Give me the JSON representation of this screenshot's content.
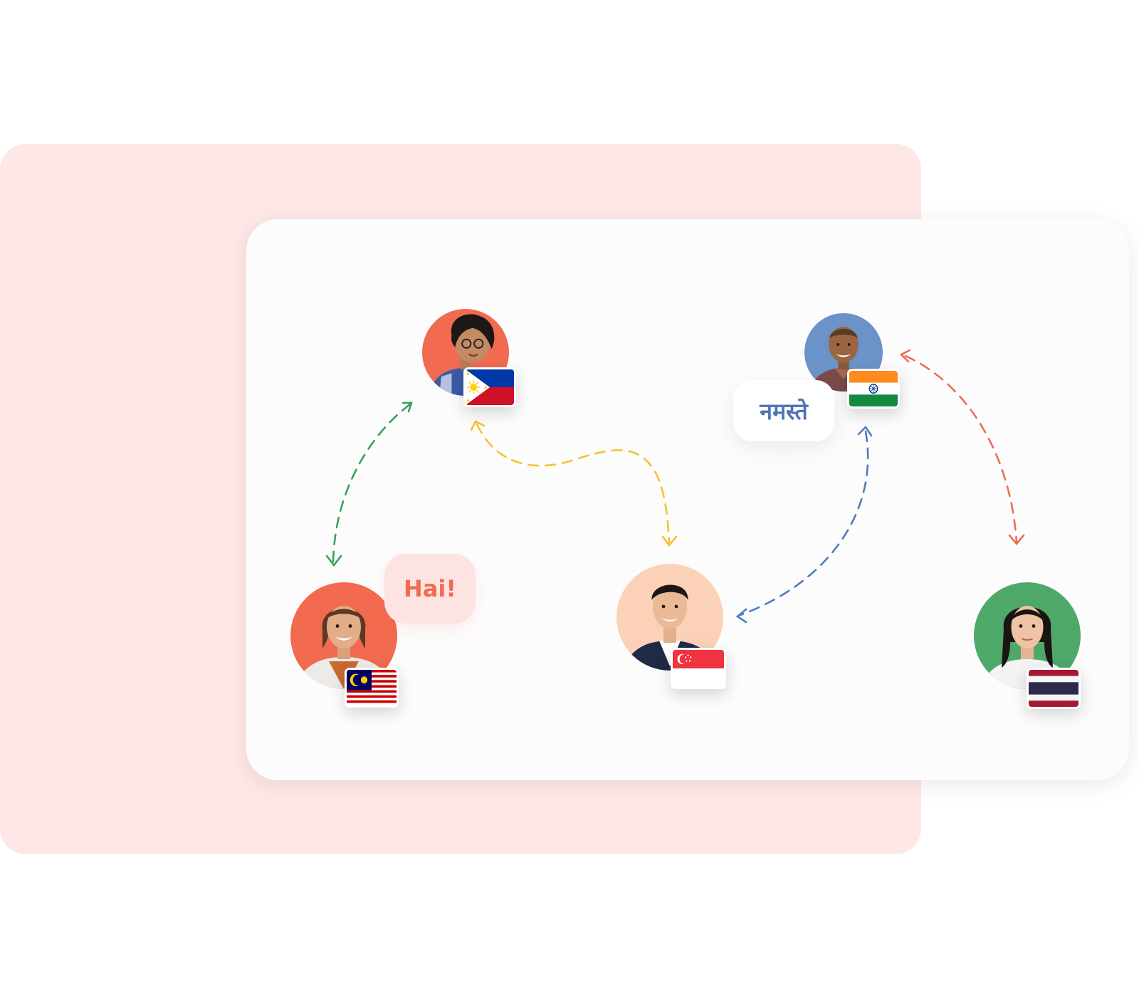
{
  "greetings": {
    "malay": "Hai!",
    "hindi": "नमस्ते"
  },
  "people": [
    {
      "id": "philippines",
      "flag": "philippines-flag-icon",
      "avatar_color": "#f26a4f"
    },
    {
      "id": "india",
      "flag": "india-flag-icon",
      "avatar_color": "#6b92c9"
    },
    {
      "id": "malaysia",
      "flag": "malaysia-flag-icon",
      "avatar_color": "#f26a4f"
    },
    {
      "id": "singapore",
      "flag": "singapore-flag-icon",
      "avatar_color": "#fbd2b8"
    },
    {
      "id": "thailand",
      "flag": "thailand-flag-icon",
      "avatar_color": "#4ea86a"
    }
  ],
  "connections": [
    {
      "from": "philippines",
      "to": "malaysia",
      "color": "#3d9e5d"
    },
    {
      "from": "philippines",
      "to": "singapore",
      "color": "#f5c22e"
    },
    {
      "from": "india",
      "to": "singapore",
      "color": "#4f7cc0"
    },
    {
      "from": "india",
      "to": "thailand",
      "color": "#ef6b57"
    }
  ],
  "colors": {
    "background_card": "#fde8e7",
    "main_card": "#fdfcfd",
    "accent_coral": "#f26a4f",
    "accent_blue": "#4f73b3"
  }
}
